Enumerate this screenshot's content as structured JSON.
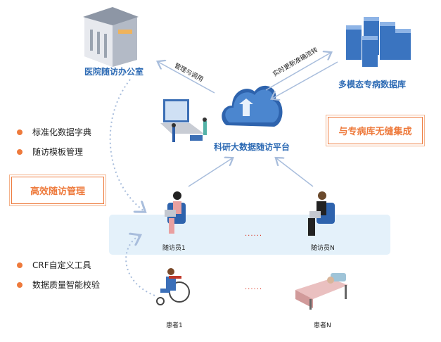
{
  "nodes": {
    "hospital": "医院随访办公室",
    "database": "多模态专病数据库",
    "platform": "科研大数据随访平台"
  },
  "arrows": {
    "manage": "管理与调用",
    "sync": "实时更新准确流转"
  },
  "boxes": {
    "integration": "与专病库无缝集成",
    "management": "高效随访管理"
  },
  "bullets_top": [
    "标准化数据字典",
    "随访模板管理"
  ],
  "bullets_bottom": [
    "CRF自定义工具",
    "数据质量智能校验"
  ],
  "people": {
    "visitor1": "随访员1",
    "visitorN": "随访员N",
    "patient1": "患者1",
    "patientN": "患者N",
    "ellipsis": "......"
  },
  "colors": {
    "accent": "#ee7a3c",
    "blue": "#2f6cb5",
    "band": "#e4f1fa"
  }
}
